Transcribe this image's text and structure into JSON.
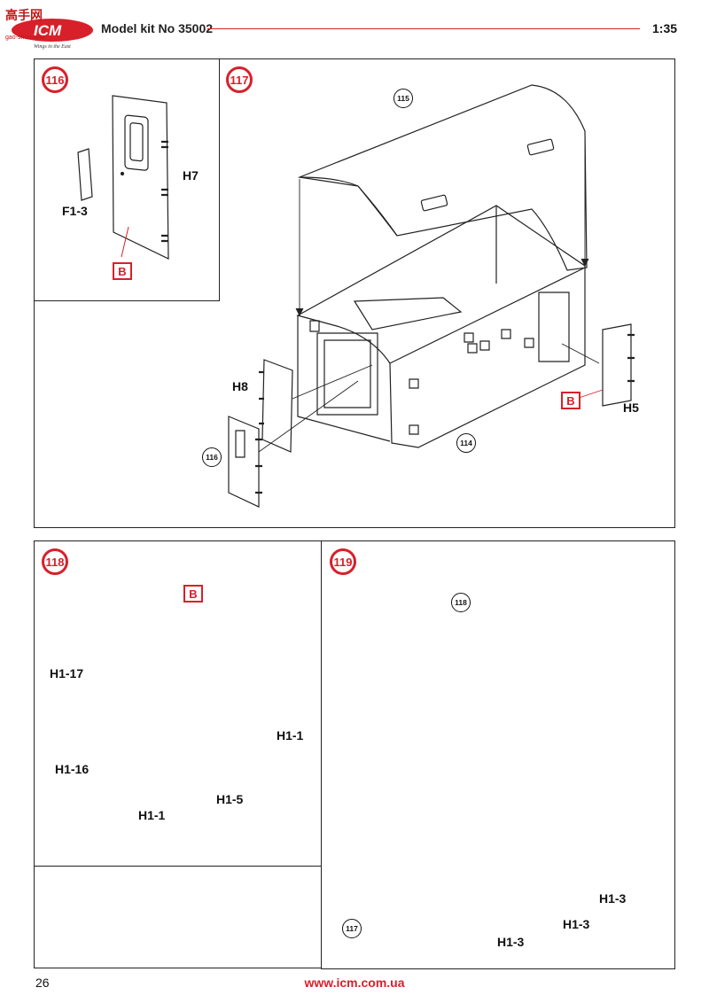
{
  "header": {
    "logo_text": "ICM",
    "logo_tagline": "Wings in the East",
    "watermark_title": "高手网",
    "watermark_url": "gao-shou.com",
    "kit_label": "Model kit No 35002",
    "scale": "1:35"
  },
  "steps": {
    "s116": {
      "number": "116",
      "parts": {
        "door": "H7",
        "window": "F1-3"
      },
      "color_code": "B"
    },
    "s117": {
      "number": "117",
      "refs": {
        "roof": "115",
        "body": "114",
        "door_sub": "116"
      },
      "parts": {
        "left_panel": "H8",
        "right_door": "H5"
      },
      "color_code": "B"
    },
    "s118": {
      "number": "118",
      "parts": {
        "top_rail": "H1-17",
        "bottom_rail": "H1-16",
        "right_bracket": "H1-1",
        "mid_bracket": "H1-5",
        "left_bracket": "H1-1"
      },
      "color_code": "B"
    },
    "s119": {
      "number": "119",
      "refs": {
        "frame": "118",
        "body": "117"
      },
      "parts": {
        "clip_right": "H1-3",
        "clip_mid": "H1-3",
        "clip_left": "H1-3"
      }
    }
  },
  "footer": {
    "page_number": "26",
    "website": "www.icm.com.ua"
  },
  "colors": {
    "accent_red": "#d8202a",
    "line": "#222222"
  }
}
